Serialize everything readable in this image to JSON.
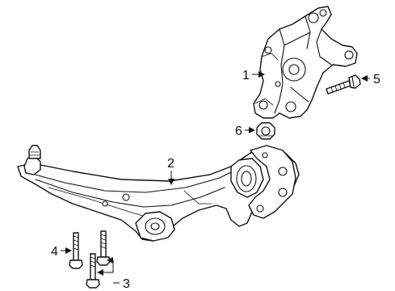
{
  "diagram": {
    "callouts": [
      {
        "id": "knuckle",
        "label": "1"
      },
      {
        "id": "lower-arm",
        "label": "2"
      },
      {
        "id": "arm-bolts",
        "label": "3"
      },
      {
        "id": "arm-bolt-single",
        "label": "4"
      },
      {
        "id": "knuckle-bolt",
        "label": "5"
      },
      {
        "id": "nut",
        "label": "6"
      }
    ]
  }
}
